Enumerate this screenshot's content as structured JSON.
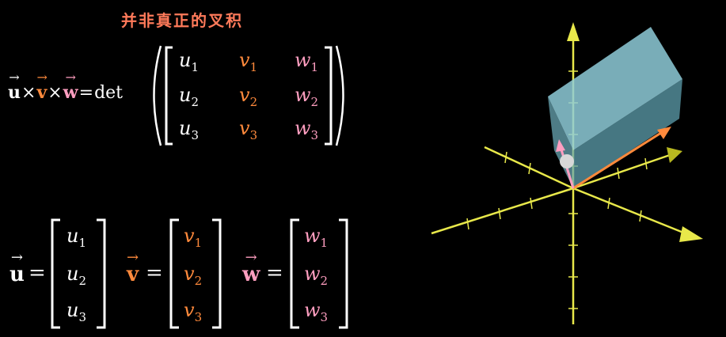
{
  "title": "并非真正的叉积",
  "formula": {
    "u": "u",
    "v": "v",
    "w": "w",
    "times": "×",
    "equals": "=",
    "det": "det"
  },
  "matrix": [
    [
      "u",
      "1",
      "v",
      "1",
      "w",
      "1"
    ],
    [
      "u",
      "2",
      "v",
      "2",
      "w",
      "2"
    ],
    [
      "u",
      "3",
      "v",
      "3",
      "w",
      "3"
    ]
  ],
  "vectors": [
    {
      "name": "u",
      "components": [
        [
          "u",
          "1"
        ],
        [
          "u",
          "2"
        ],
        [
          "u",
          "3"
        ]
      ]
    },
    {
      "name": "v",
      "components": [
        [
          "v",
          "1"
        ],
        [
          "v",
          "2"
        ],
        [
          "v",
          "3"
        ]
      ]
    },
    {
      "name": "w",
      "components": [
        [
          "w",
          "1"
        ],
        [
          "w",
          "2"
        ],
        [
          "w",
          "3"
        ]
      ]
    }
  ],
  "colors": {
    "title": "#ff7a5a",
    "u": "#ffffff",
    "v": "#ff8a3c",
    "w": "#ff9ec0",
    "axis": "#e8e84a",
    "prism": "#8ecbd8"
  },
  "scene": {
    "icons": [
      "coordinate-axes-3d",
      "parallelepiped",
      "vector-arrow"
    ]
  }
}
